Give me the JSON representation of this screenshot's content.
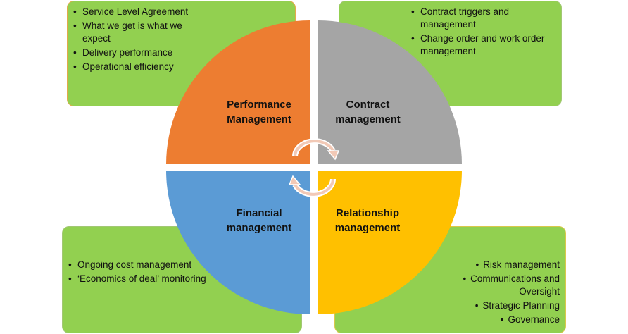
{
  "colors": {
    "box_green": "#92d050",
    "performance": "#ed7d31",
    "contract": "#a5a5a5",
    "financial": "#5b9bd5",
    "relationship": "#ffc000"
  },
  "quadrants": {
    "performance": {
      "label_line1": "Performance",
      "label_line2": "Management"
    },
    "contract": {
      "label_line1": "Contract",
      "label_line2": "management"
    },
    "financial": {
      "label_line1": "Financial",
      "label_line2": "management"
    },
    "relationship": {
      "label_line1": "Relationship",
      "label_line2": "management"
    }
  },
  "boxes": {
    "top_left": [
      "Service Level Agreement",
      "What we get is what we expect",
      "Delivery performance",
      "Operational efficiency"
    ],
    "top_right": [
      "Contract triggers and management",
      "Change order and work order management"
    ],
    "bottom_left": [
      "Ongoing cost management",
      "‘Economics of deal’ monitoring"
    ],
    "bottom_right": [
      "Risk management",
      "Communications and Oversight",
      "Strategic Planning",
      "Governance"
    ]
  },
  "icons": {
    "cycle": "circular-arrows-icon"
  }
}
